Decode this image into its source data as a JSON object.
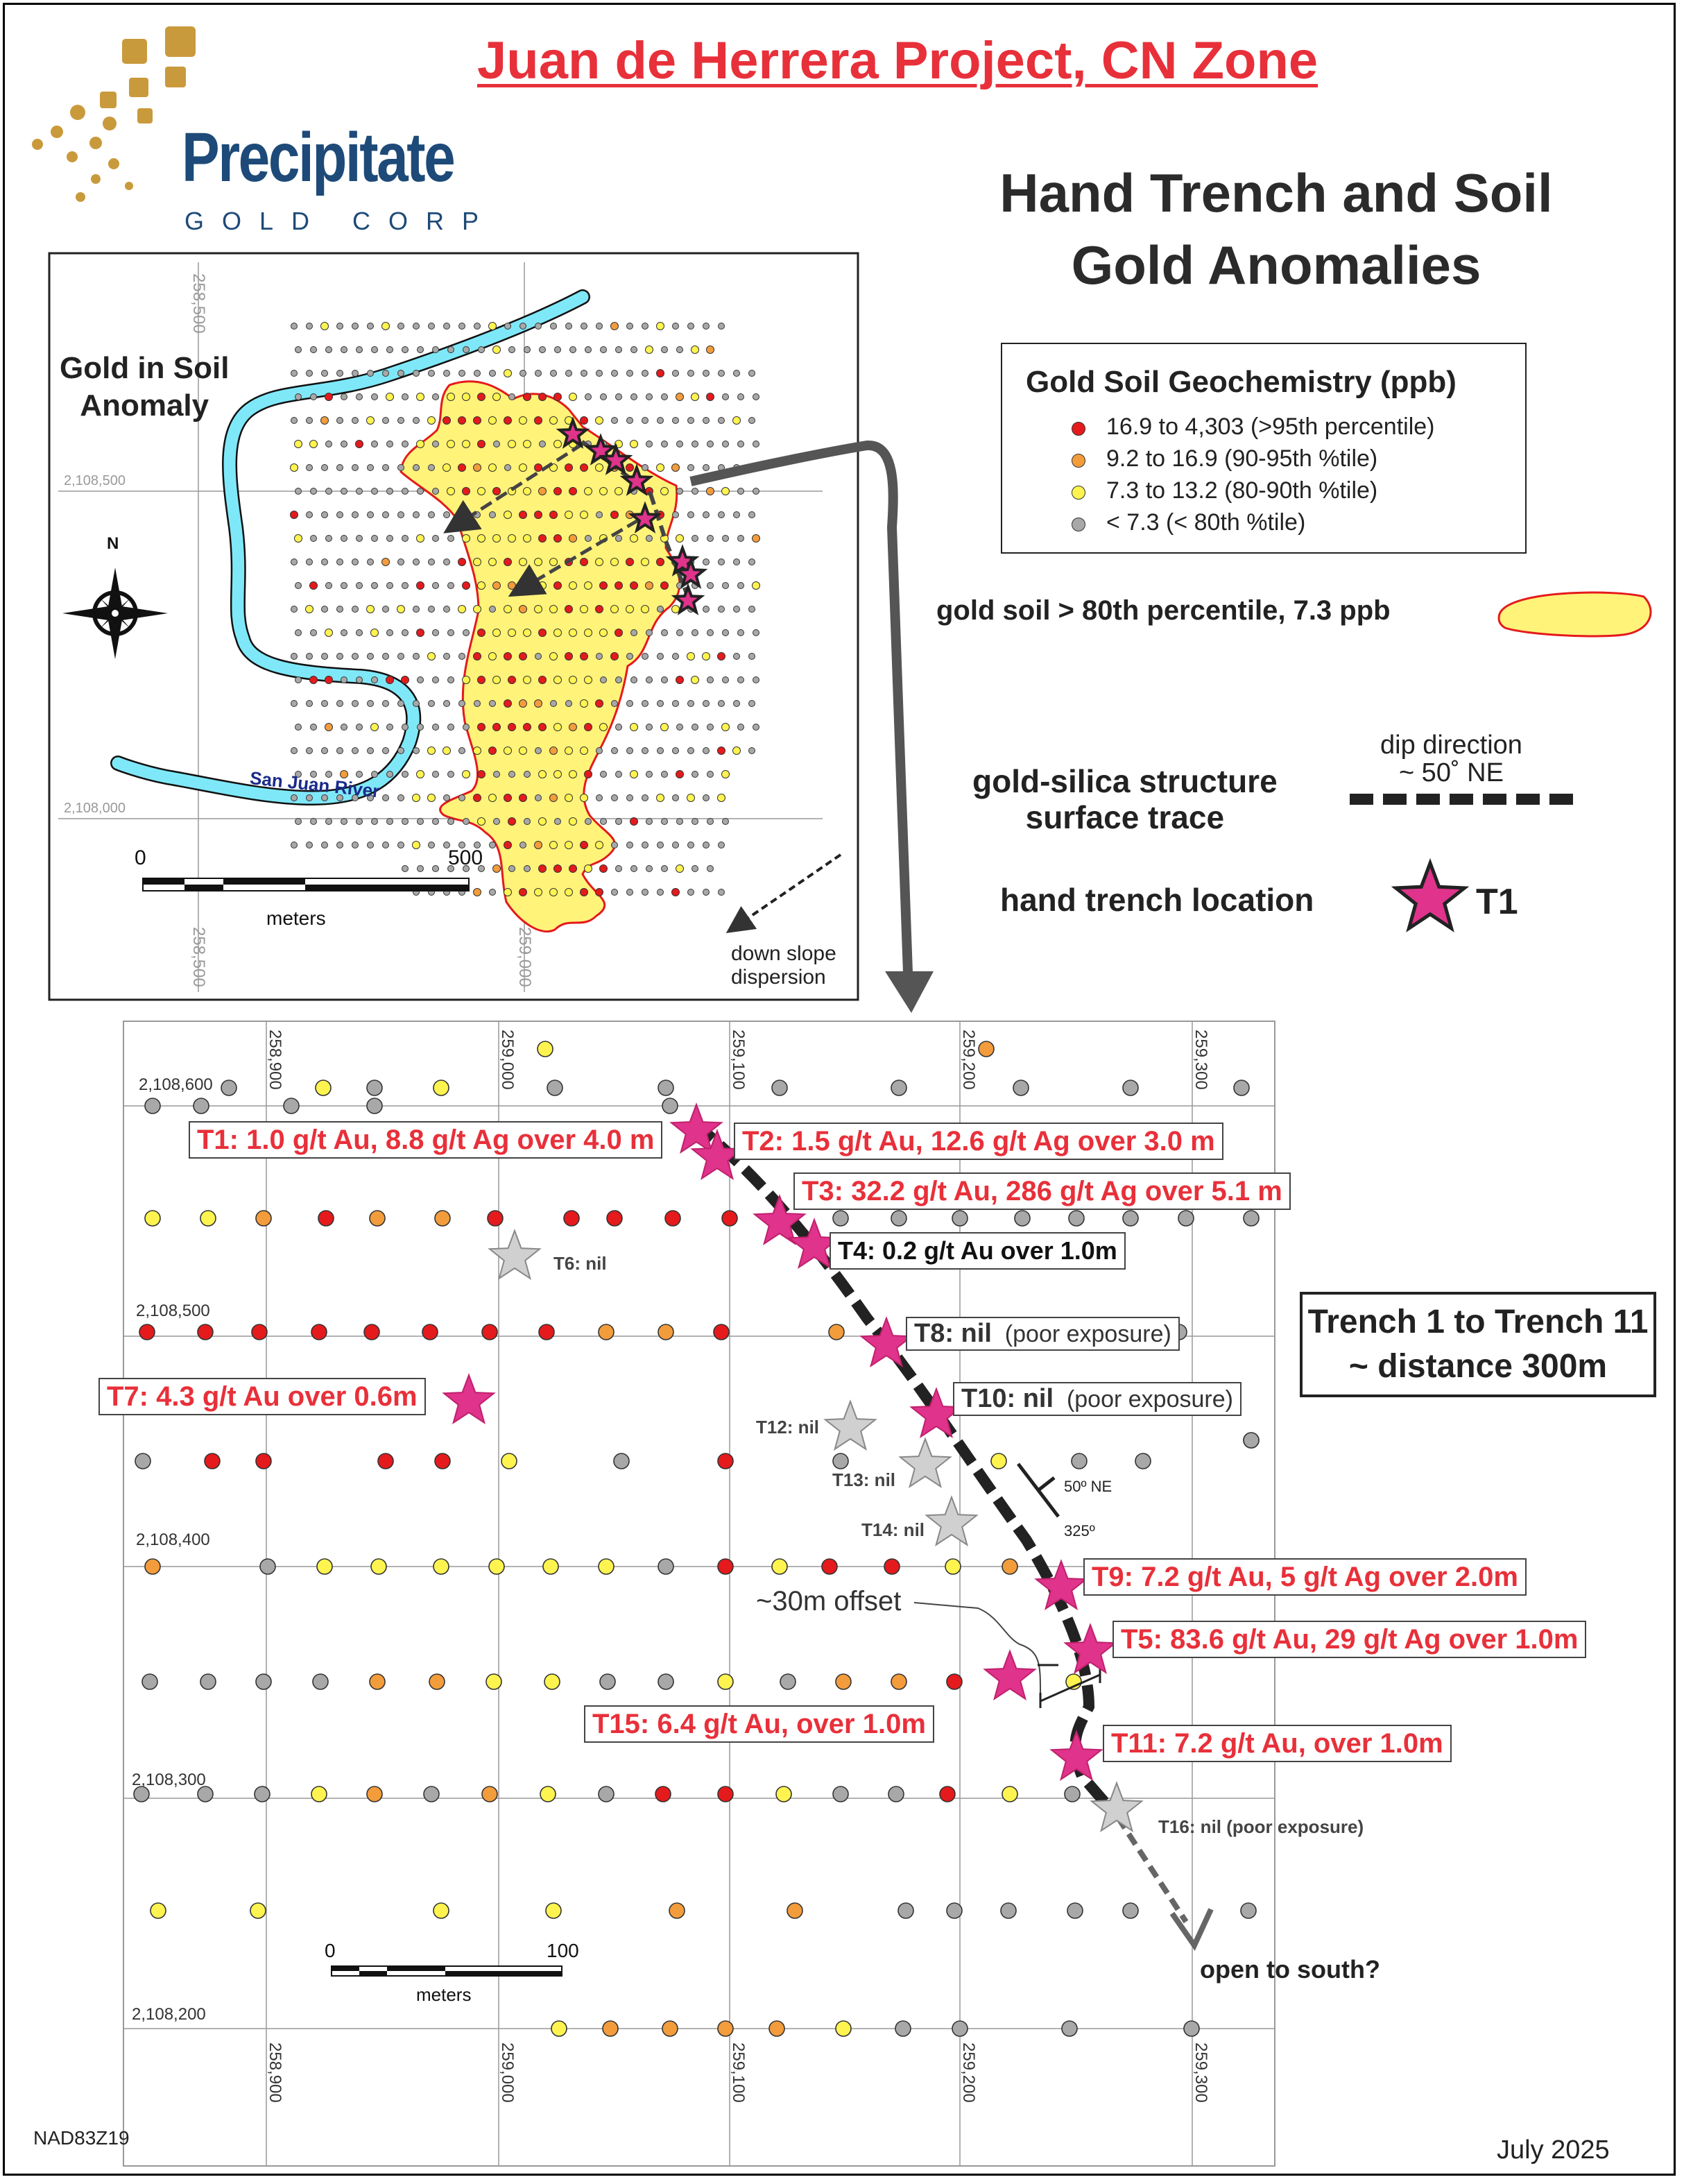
{
  "title": "Juan de Herrera Project,  CN Zone",
  "subtitle_line1": "Hand Trench and Soil",
  "subtitle_line2": "Gold Anomalies",
  "logo": {
    "name": "Precipitate",
    "sub": "GOLD CORP"
  },
  "inset": {
    "anomaly_label_1": "Gold in Soil",
    "anomaly_label_2": "Anomaly",
    "river": "San Juan River",
    "north": "N",
    "scale_0": "0",
    "scale_500": "500",
    "scale_unit": "meters",
    "down_slope_1": "down slope",
    "down_slope_2": "dispersion",
    "ticks": {
      "e1": "258,500",
      "e2": "259,000",
      "n1": "2,108,500",
      "n2": "2,108,000"
    }
  },
  "legend": {
    "title": "Gold Soil Geochemistry (ppb)",
    "items": [
      {
        "label": "16.9 to 4,303 (>95th percentile)",
        "color": "#e41a1c"
      },
      {
        "label": "9.2 to 16.9 (90-95th %tile)",
        "color": "#f39c3c"
      },
      {
        "label": "7.3 to 13.2 (80-90th %tile)",
        "color": "#fff44f"
      },
      {
        "label": "< 7.3 (< 80th %tile)",
        "color": "#a8a8a8"
      }
    ],
    "anomaly": "gold soil > 80th percentile, 7.3 ppb",
    "dip_1": "dip direction",
    "dip_2": "~ 50˚ NE",
    "structure_1": "gold-silica structure",
    "structure_2": "surface trace",
    "trench": "hand trench location",
    "trench_example": "T1"
  },
  "trenches": {
    "T1": "T1: 1.0 g/t Au, 8.8 g/t Ag over 4.0 m",
    "T2": "T2: 1.5 g/t Au, 12.6 g/t Ag over 3.0 m",
    "T3": "T3: 32.2 g/t Au, 286 g/t Ag over 5.1 m",
    "T4": "T4: 0.2 g/t Au over 1.0m",
    "T5": "T5: 83.6 g/t Au, 29 g/t Ag over 1.0m",
    "T6": "T6: nil",
    "T7": "T7: 4.3 g/t Au over 0.6m",
    "T8a": "T8: nil",
    "T8b": "(poor exposure)",
    "T9": "T9: 7.2 g/t Au, 5 g/t Ag over 2.0m",
    "T10a": "T10: nil",
    "T10b": "(poor exposure)",
    "T11": "T11: 7.2 g/t Au, over 1.0m",
    "T12": "T12: nil",
    "T13": "T13: nil",
    "T14": "T14: nil",
    "T15": "T15: 6.4 g/t Au, over 1.0m",
    "T16": "T16: nil (poor exposure)"
  },
  "distance_1": "Trench 1 to Trench 11",
  "distance_2": "~ distance 300m",
  "offset": "~30m offset",
  "dip_50": "50º NE",
  "strike_325": "325º",
  "open_south": "open to south?",
  "main_scale": {
    "zero": "0",
    "hundred": "100",
    "unit": "meters"
  },
  "main_ticks": {
    "e": [
      "258,900",
      "259,000",
      "259,100",
      "259,200",
      "259,300"
    ],
    "n": [
      "2,108,600",
      "2,108,500",
      "2,108,400",
      "2,108,300",
      "2,108,200"
    ]
  },
  "datum": "NAD83Z19",
  "date": "July 2025"
}
